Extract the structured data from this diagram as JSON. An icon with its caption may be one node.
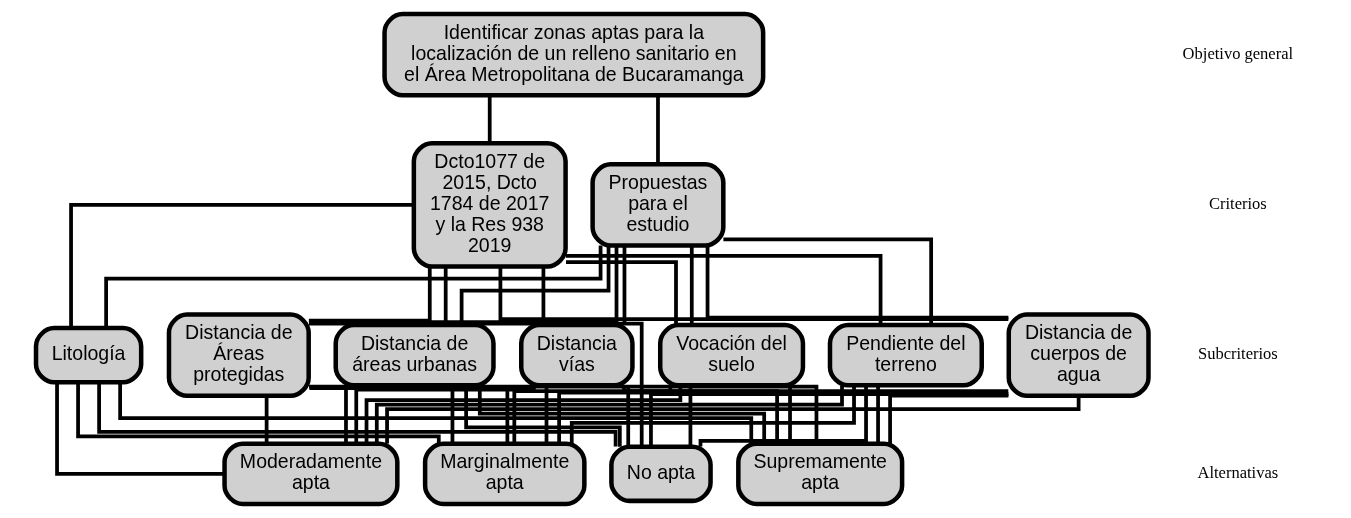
{
  "diagram": {
    "nodes": [
      {
        "text": [
          "Identificar zonas aptas para la localización de un relleno sanitario en el Área Metropolitana de Bucaramanga"
        ]
      },
      {
        "text": [
          "Dcto1077 de 2015, Dcto 1784 de 2017 y la Res 938 2019"
        ]
      },
      {
        "text": [
          "Propuestas para el estudio"
        ]
      },
      {
        "text": [
          "Distancia de áreas urbanas"
        ]
      },
      {
        "text": [
          "Distancia vías"
        ]
      },
      {
        "text": [
          "Vocación del suelo"
        ]
      },
      {
        "text": [
          "Pendiente del terreno"
        ]
      },
      {
        "text": [
          "Distancia de cuerpos de agua"
        ]
      },
      {
        "text": [
          "Litología"
        ]
      },
      {
        "text": [
          "Distancia de Áreas protegidas"
        ]
      },
      {
        "text": [
          "Supremamente apta"
        ]
      },
      {
        "text": [
          "Moderadamente apta"
        ]
      },
      {
        "text": [
          "Marginalmente apta"
        ]
      },
      {
        "text": [
          "No apta"
        ]
      }
    ],
    "edges": [
      {
        "from": 0,
        "to": 1,
        "arrow": "none"
      },
      {
        "from": 0,
        "to": 2,
        "arrow": "none"
      },
      {
        "from": 1,
        "to": 3,
        "arrow": "none"
      },
      {
        "from": 1,
        "to": 4,
        "arrow": "none"
      },
      {
        "from": 1,
        "to": 5,
        "arrow": "none"
      },
      {
        "from": 1,
        "to": 6,
        "arrow": "none"
      },
      {
        "from": 1,
        "to": 7,
        "arrow": "none"
      },
      {
        "from": 1,
        "to": 8,
        "arrow": "none"
      },
      {
        "from": 1,
        "to": 9,
        "arrow": "none"
      },
      {
        "from": 2,
        "to": 3,
        "arrow": "none"
      },
      {
        "from": 2,
        "to": 4,
        "arrow": "none"
      },
      {
        "from": 2,
        "to": 5,
        "arrow": "none"
      },
      {
        "from": 2,
        "to": 6,
        "arrow": "none"
      },
      {
        "from": 2,
        "to": 7,
        "arrow": "none"
      },
      {
        "from": 2,
        "to": 8,
        "arrow": "none"
      },
      {
        "from": 2,
        "to": 9,
        "arrow": "none"
      },
      {
        "from": 3,
        "to": 10,
        "arrow": "none"
      },
      {
        "from": 3,
        "to": 11,
        "arrow": "none"
      },
      {
        "from": 3,
        "to": 12,
        "arrow": "none"
      },
      {
        "from": 3,
        "to": 13,
        "arrow": "none"
      },
      {
        "from": 4,
        "to": 10,
        "arrow": "none"
      },
      {
        "from": 4,
        "to": 11,
        "arrow": "none"
      },
      {
        "from": 4,
        "to": 12,
        "arrow": "none"
      },
      {
        "from": 4,
        "to": 13,
        "arrow": "none"
      },
      {
        "from": 5,
        "to": 10,
        "arrow": "none"
      },
      {
        "from": 5,
        "to": 11,
        "arrow": "none"
      },
      {
        "from": 5,
        "to": 12,
        "arrow": "none"
      },
      {
        "from": 5,
        "to": 13,
        "arrow": "none"
      },
      {
        "from": 6,
        "to": 10,
        "arrow": "none"
      },
      {
        "from": 6,
        "to": 11,
        "arrow": "none"
      },
      {
        "from": 6,
        "to": 12,
        "arrow": "none"
      },
      {
        "from": 6,
        "to": 13,
        "arrow": "none"
      },
      {
        "from": 7,
        "to": 10,
        "arrow": "none"
      },
      {
        "from": 7,
        "to": 11,
        "arrow": "none"
      },
      {
        "from": 7,
        "to": 12,
        "arrow": "none"
      },
      {
        "from": 7,
        "to": 13,
        "arrow": "none"
      },
      {
        "from": 8,
        "to": 10,
        "arrow": "none"
      },
      {
        "from": 8,
        "to": 11,
        "arrow": "none"
      },
      {
        "from": 8,
        "to": 12,
        "arrow": "none"
      },
      {
        "from": 8,
        "to": 13,
        "arrow": "none"
      },
      {
        "from": 9,
        "to": 10,
        "arrow": "none"
      },
      {
        "from": 9,
        "to": 11,
        "arrow": "none"
      },
      {
        "from": 9,
        "to": 12,
        "arrow": "none"
      },
      {
        "from": 9,
        "to": 13,
        "arrow": "none"
      }
    ],
    "labels": [
      "Objetivo general",
      "Criterios",
      "Subcriterios",
      "Alternativas"
    ]
  }
}
